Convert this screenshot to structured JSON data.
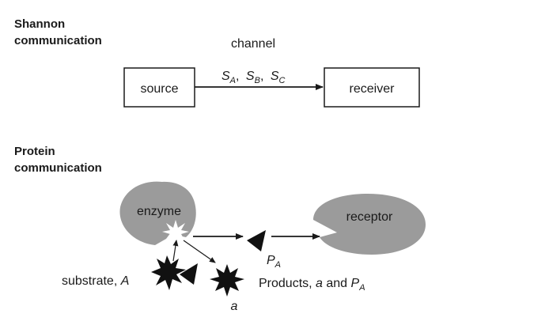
{
  "shannon": {
    "heading_line1": "Shannon",
    "heading_line2": "communication",
    "channel_label": "channel",
    "source_label": "source",
    "receiver_label": "receiver",
    "signals": [
      {
        "symbol": "S",
        "subscript": "A",
        "separator": ","
      },
      {
        "symbol": "S",
        "subscript": "B",
        "separator": ","
      },
      {
        "symbol": "S",
        "subscript": "C",
        "separator": ""
      }
    ]
  },
  "protein": {
    "heading_line1": "Protein",
    "heading_line2": "communication",
    "enzyme_label": "enzyme",
    "receptor_label": "receptor",
    "signal_symbol": "P",
    "signal_subscript": "A",
    "substrate_text": "substrate, ",
    "substrate_symbol": "A",
    "product_small_label": "a",
    "products_text": "Products, ",
    "products_a": "a",
    "products_and": " and ",
    "products_p": "P",
    "products_p_subscript": "A"
  },
  "colors": {
    "shape_gray": "#9b9b9b",
    "ink": "#1a1a1a",
    "molecule_black": "#111111"
  }
}
